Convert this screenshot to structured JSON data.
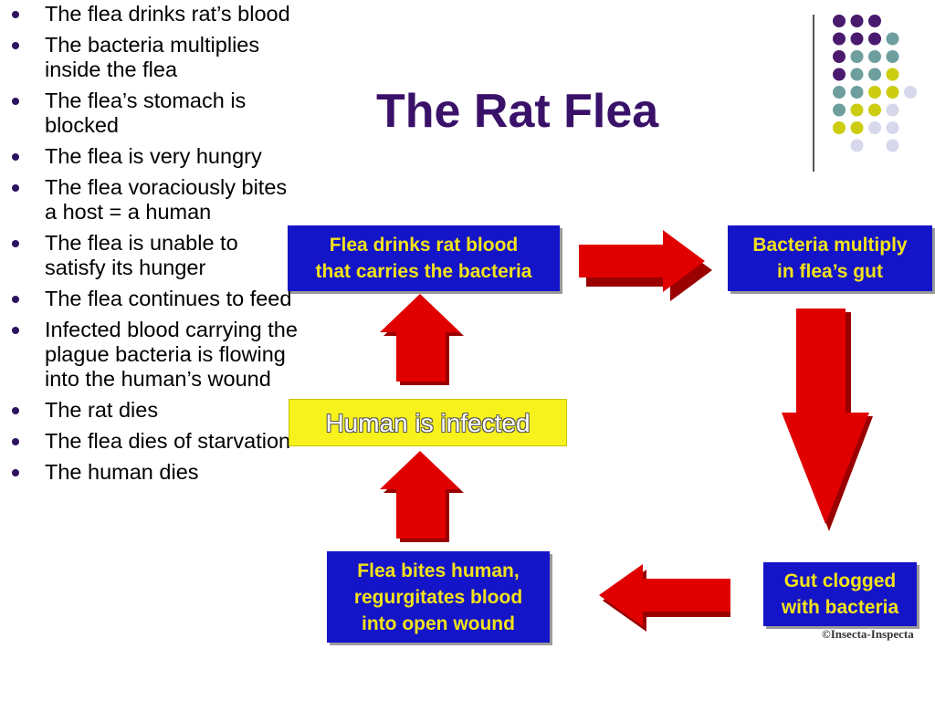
{
  "title": "The Rat Flea",
  "bullets": [
    "The flea drinks rat’s blood",
    "The bacteria multiplies inside the flea",
    "The flea’s stomach is blocked",
    "The flea is very hungry",
    "The flea voraciously bites a host = a human",
    "The flea is unable to satisfy its hunger",
    "The flea continues to feed",
    "Infected blood carrying the plague bacteria is flowing into the human’s wound",
    "The rat dies",
    "The flea dies of starvation",
    "The human dies"
  ],
  "diagram": {
    "box_drink": "Flea drinks rat blood\nthat carries the bacteria",
    "box_multiply": "Bacteria multiply\nin flea’s gut",
    "box_clogged": "Gut clogged\nwith bacteria",
    "box_bites": "Flea bites human,\nregurgitates blood\ninto open wound",
    "box_infected": "Human is infected",
    "credit": "©Insecta-Inspecta"
  },
  "colors": {
    "title": "#3a1169",
    "box_bg": "#1414c8",
    "box_text": "#f2e21a",
    "arrow": "#e00000",
    "arrow_shade": "#9a0000",
    "infected_bg": "#f8f21c",
    "dot_purple": "#4a1a6e",
    "dot_teal": "#6e9e9e",
    "dot_yellow": "#cccc10",
    "dot_lavender": "#d8d8ec"
  }
}
